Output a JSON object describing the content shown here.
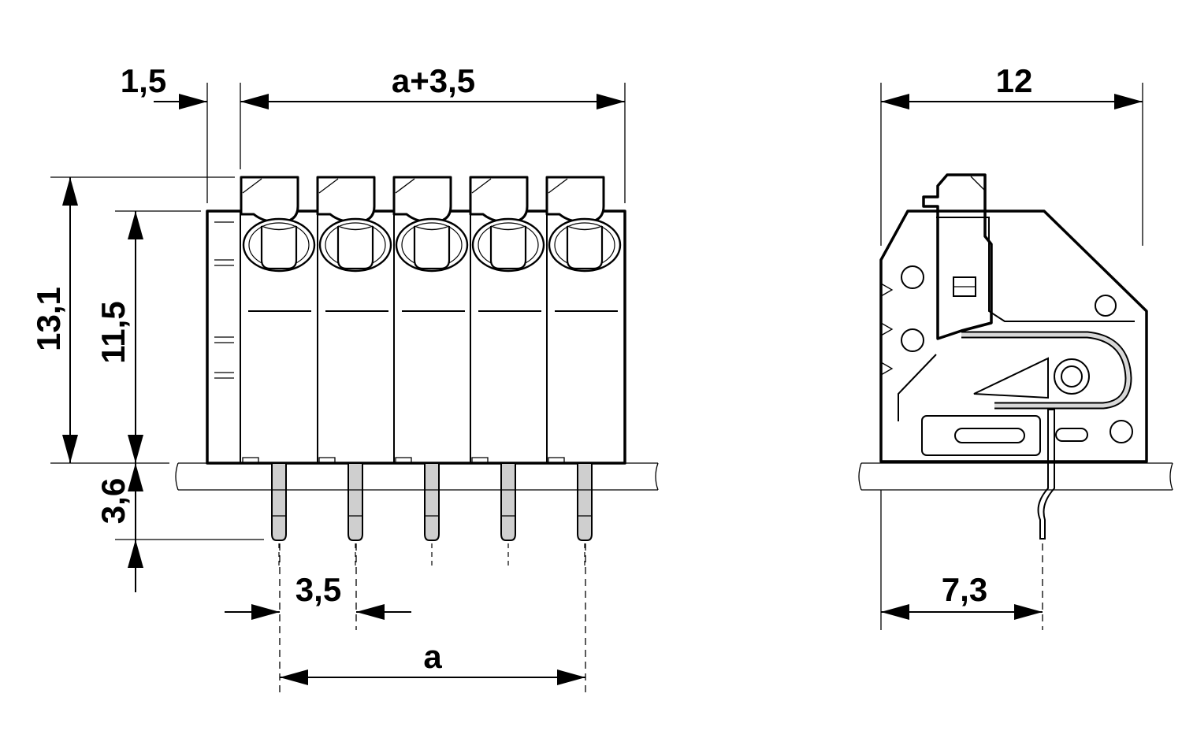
{
  "front_view": {
    "dims": {
      "top_offset": "1,5",
      "total_width": "a+3,5",
      "overall_height": "13,1",
      "body_height": "11,5",
      "pin_length": "3,6",
      "pitch": "3,5",
      "pin_span": "a"
    }
  },
  "side_view": {
    "dims": {
      "depth": "12",
      "pin_offset": "7,3"
    }
  }
}
